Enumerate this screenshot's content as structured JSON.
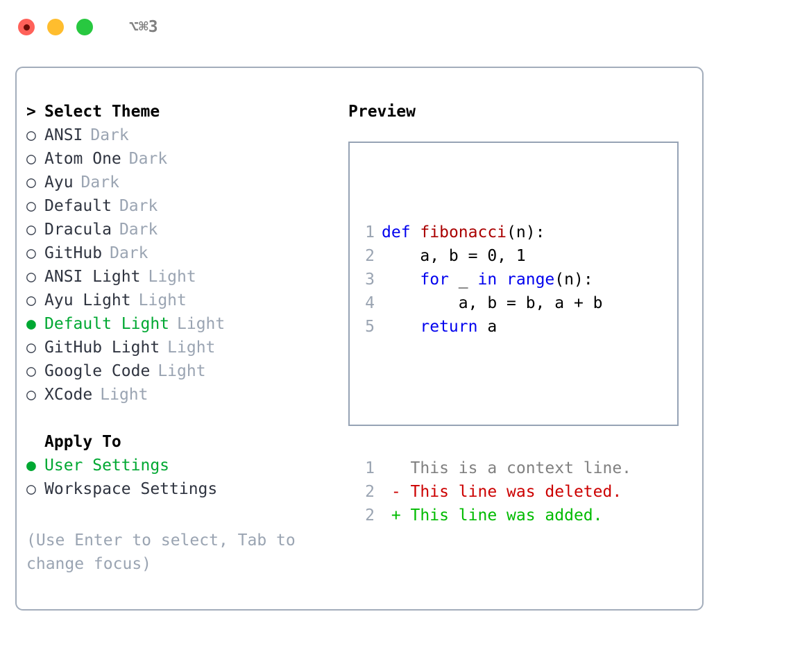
{
  "window": {
    "title": "⌥⌘3",
    "traffic_lights": [
      {
        "name": "close",
        "color": "#ff6159"
      },
      {
        "name": "minimize",
        "color": "#ffbd2e"
      },
      {
        "name": "maximize",
        "color": "#28c840"
      }
    ]
  },
  "theme_panel": {
    "header_marker": ">",
    "header": "Select Theme",
    "bullet_empty": "○",
    "bullet_filled": "●",
    "themes": [
      {
        "name": "ANSI",
        "kind": "Dark",
        "selected": false
      },
      {
        "name": "Atom One",
        "kind": "Dark",
        "selected": false
      },
      {
        "name": "Ayu",
        "kind": "Dark",
        "selected": false
      },
      {
        "name": "Default",
        "kind": "Dark",
        "selected": false
      },
      {
        "name": "Dracula",
        "kind": "Dark",
        "selected": false
      },
      {
        "name": "GitHub",
        "kind": "Dark",
        "selected": false
      },
      {
        "name": "ANSI Light",
        "kind": "Light",
        "selected": false
      },
      {
        "name": "Ayu Light",
        "kind": "Light",
        "selected": false
      },
      {
        "name": "Default Light",
        "kind": "Light",
        "selected": true
      },
      {
        "name": "GitHub Light",
        "kind": "Light",
        "selected": false
      },
      {
        "name": "Google Code",
        "kind": "Light",
        "selected": false
      },
      {
        "name": "XCode",
        "kind": "Light",
        "selected": false
      }
    ],
    "apply_to_header": "Apply To",
    "apply_to": [
      {
        "name": "User Settings",
        "selected": true
      },
      {
        "name": "Workspace Settings",
        "selected": false
      }
    ],
    "hint": "(Use Enter to select, Tab to change focus)"
  },
  "preview": {
    "header": "Preview",
    "code_lines": [
      {
        "num": "1",
        "tokens": [
          {
            "t": "def",
            "c": "kw"
          },
          {
            "t": " ",
            "c": "plain"
          },
          {
            "t": "fibonacci",
            "c": "fn"
          },
          {
            "t": "(n):",
            "c": "plain"
          }
        ]
      },
      {
        "num": "2",
        "tokens": [
          {
            "t": "    a, b = 0, 1",
            "c": "plain"
          }
        ]
      },
      {
        "num": "3",
        "tokens": [
          {
            "t": "    ",
            "c": "plain"
          },
          {
            "t": "for",
            "c": "kw"
          },
          {
            "t": " _ ",
            "c": "plain"
          },
          {
            "t": "in",
            "c": "kw"
          },
          {
            "t": " ",
            "c": "plain"
          },
          {
            "t": "range",
            "c": "kw"
          },
          {
            "t": "(n):",
            "c": "plain"
          }
        ]
      },
      {
        "num": "4",
        "tokens": [
          {
            "t": "        a, b = b, a + b",
            "c": "plain"
          }
        ]
      },
      {
        "num": "5",
        "tokens": [
          {
            "t": "    ",
            "c": "plain"
          },
          {
            "t": "return",
            "c": "kw"
          },
          {
            "t": " a",
            "c": "plain"
          }
        ]
      }
    ],
    "diff_lines": [
      {
        "num": "1",
        "sign": " ",
        "text": "This is a context line.",
        "kind": "ctx"
      },
      {
        "num": "2",
        "sign": "-",
        "text": "This line was deleted.",
        "kind": "del"
      },
      {
        "num": "2",
        "sign": "+",
        "text": "This line was added.",
        "kind": "add"
      }
    ]
  },
  "colors": {
    "accent_green": "#00a832",
    "keyword_blue": "#0000ee",
    "function_red": "#aa0000",
    "diff_delete": "#cc0000",
    "diff_add": "#00bb00",
    "muted": "#9aa4b2",
    "border": "#a3adbb"
  }
}
